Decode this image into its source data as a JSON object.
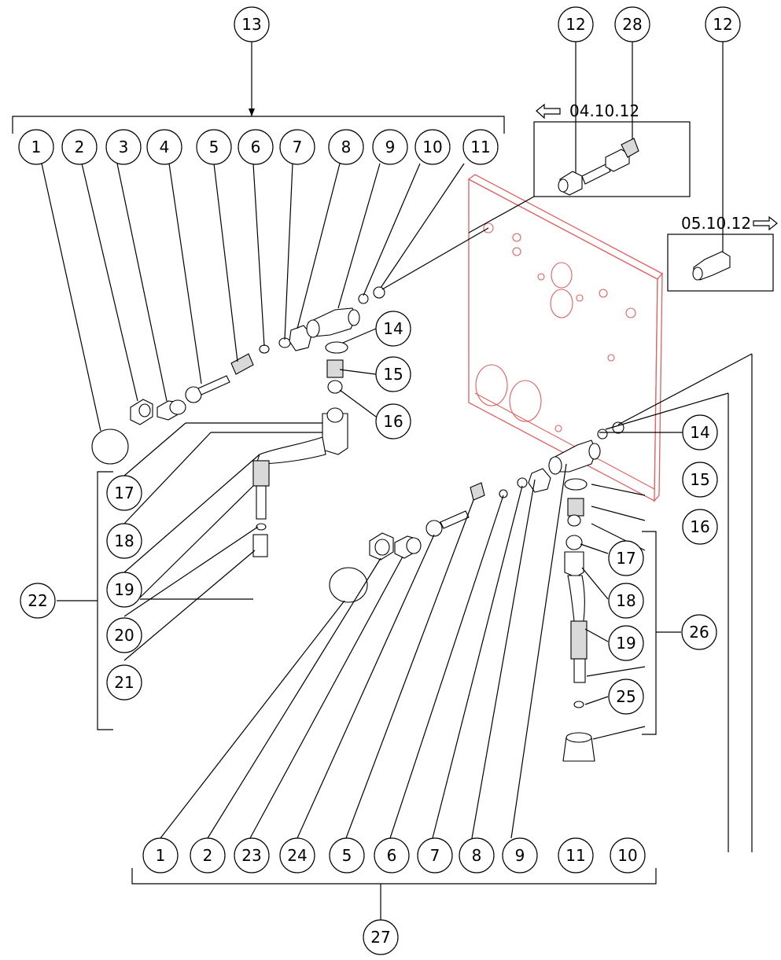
{
  "callouts": {
    "c13": "13",
    "c12a": "12",
    "c28": "28",
    "c12b": "12",
    "t1": "1",
    "t2": "2",
    "t3": "3",
    "t4": "4",
    "t5": "5",
    "t6": "6",
    "t7": "7",
    "t8": "8",
    "t9": "9",
    "t10": "10",
    "t11": "11",
    "l14": "14",
    "l15": "15",
    "l16": "16",
    "l17": "17",
    "l18": "18",
    "l19": "19",
    "l20": "20",
    "l21": "21",
    "l22": "22",
    "r14": "14",
    "r15": "15",
    "r16": "16",
    "r17": "17",
    "r18": "18",
    "r19": "19",
    "r25": "25",
    "r26": "26",
    "b1": "1",
    "b2": "2",
    "b23": "23",
    "b24": "24",
    "b5": "5",
    "b6": "6",
    "b7": "7",
    "b8": "8",
    "b9": "9",
    "b11": "11",
    "b10": "10",
    "b27": "27"
  },
  "detail_labels": {
    "left_date": "04.10.12",
    "right_date": "05.10.12"
  },
  "icons": {
    "left_arrow": "left-outline-arrow-icon",
    "right_arrow": "right-outline-arrow-icon"
  },
  "colors": {
    "panel_outline": "#e06060",
    "line": "#000000"
  }
}
